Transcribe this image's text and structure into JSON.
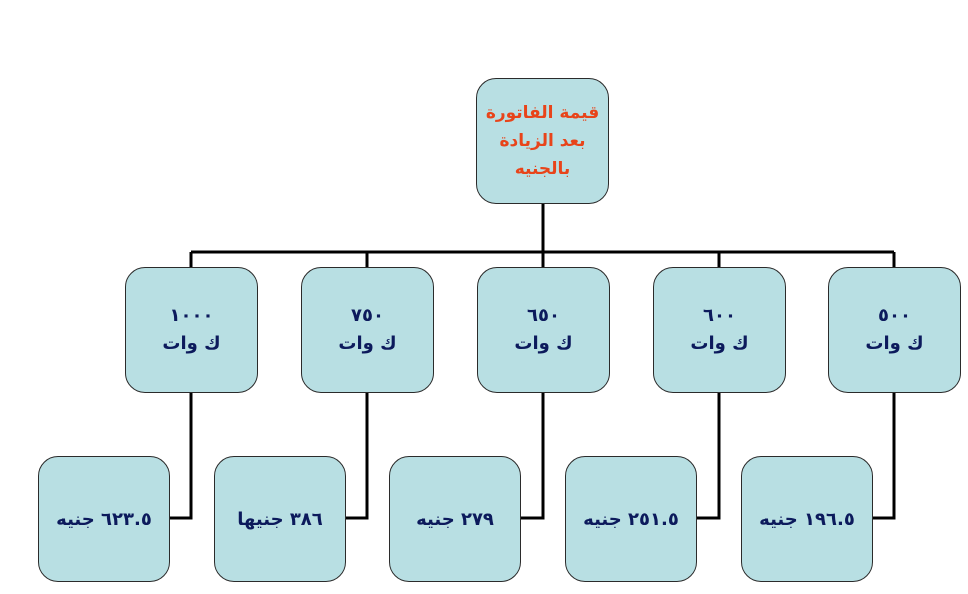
{
  "root": {
    "lines": [
      "قيمة الفاتورة",
      "بعد الزيادة",
      "بالجنيه"
    ]
  },
  "branches": [
    {
      "kw": "١٠٠٠",
      "unit": "ك وات",
      "cost": "٦٢٣.٥ جنيه"
    },
    {
      "kw": "٧٥٠",
      "unit": "ك وات",
      "cost": "٣٨٦ جنيها"
    },
    {
      "kw": "٦٥٠",
      "unit": "ك وات",
      "cost": "٢٧٩ جنيه"
    },
    {
      "kw": "٦٠٠",
      "unit": "ك وات",
      "cost": "٢٥١.٥ جنيه"
    },
    {
      "kw": "٥٠٠",
      "unit": "ك وات",
      "cost": "١٩٦.٥ جنيه"
    }
  ],
  "colors": {
    "box_fill": "#b8dfe3",
    "root_text": "#e8441a",
    "node_text": "#0c1a5c",
    "connector": "#000000"
  }
}
